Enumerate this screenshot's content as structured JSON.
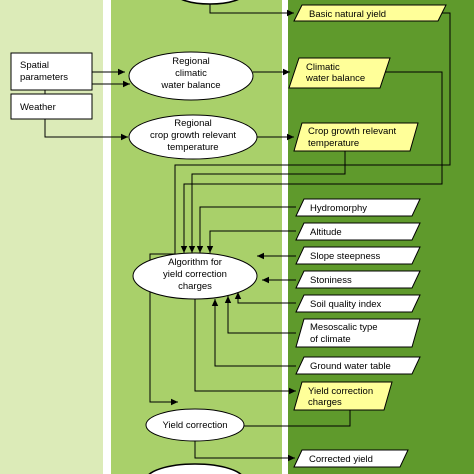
{
  "colors": {
    "background": "#ffffff",
    "column_left": "#dcebb8",
    "column_middle": "#a9d06a",
    "column_right": "#5f9a2c",
    "input_box": "#ffffff",
    "output_box": "#ffff99",
    "factor_box": "#ffffff",
    "line": "#000000"
  },
  "inputs": {
    "spatial_parameters": [
      "Spatial",
      "parameters"
    ],
    "weather": "Weather"
  },
  "processes": {
    "regional_climatic_water_balance": [
      "Regional",
      "climatic",
      "water balance"
    ],
    "regional_crop_growth_temperature": [
      "Regional",
      "crop growth relevant",
      "temperature"
    ],
    "yield_correction_algorithm": [
      "Algorithm for",
      "yield correction",
      "charges"
    ],
    "yield_correction": "Yield correction"
  },
  "outputs": {
    "basic_natural_yield": "Basic natural yield",
    "climatic_water_balance": [
      "Climatic",
      "water balance"
    ],
    "crop_growth_temperature": [
      "Crop growth relevant",
      "temperature"
    ],
    "yield_correction_charges": [
      "Yield correction",
      "charges"
    ],
    "corrected_yield": "Corrected yield"
  },
  "factors": {
    "hydromorphy": "Hydromorphy",
    "altitude": "Altitude",
    "slope_steepness": "Slope steepness",
    "stoniness": "Stoniness",
    "soil_quality_index": "Soil quality index",
    "mesoscalic_climate": [
      "Mesoscalic type",
      "of climate"
    ],
    "ground_water_table": "Ground water table"
  }
}
